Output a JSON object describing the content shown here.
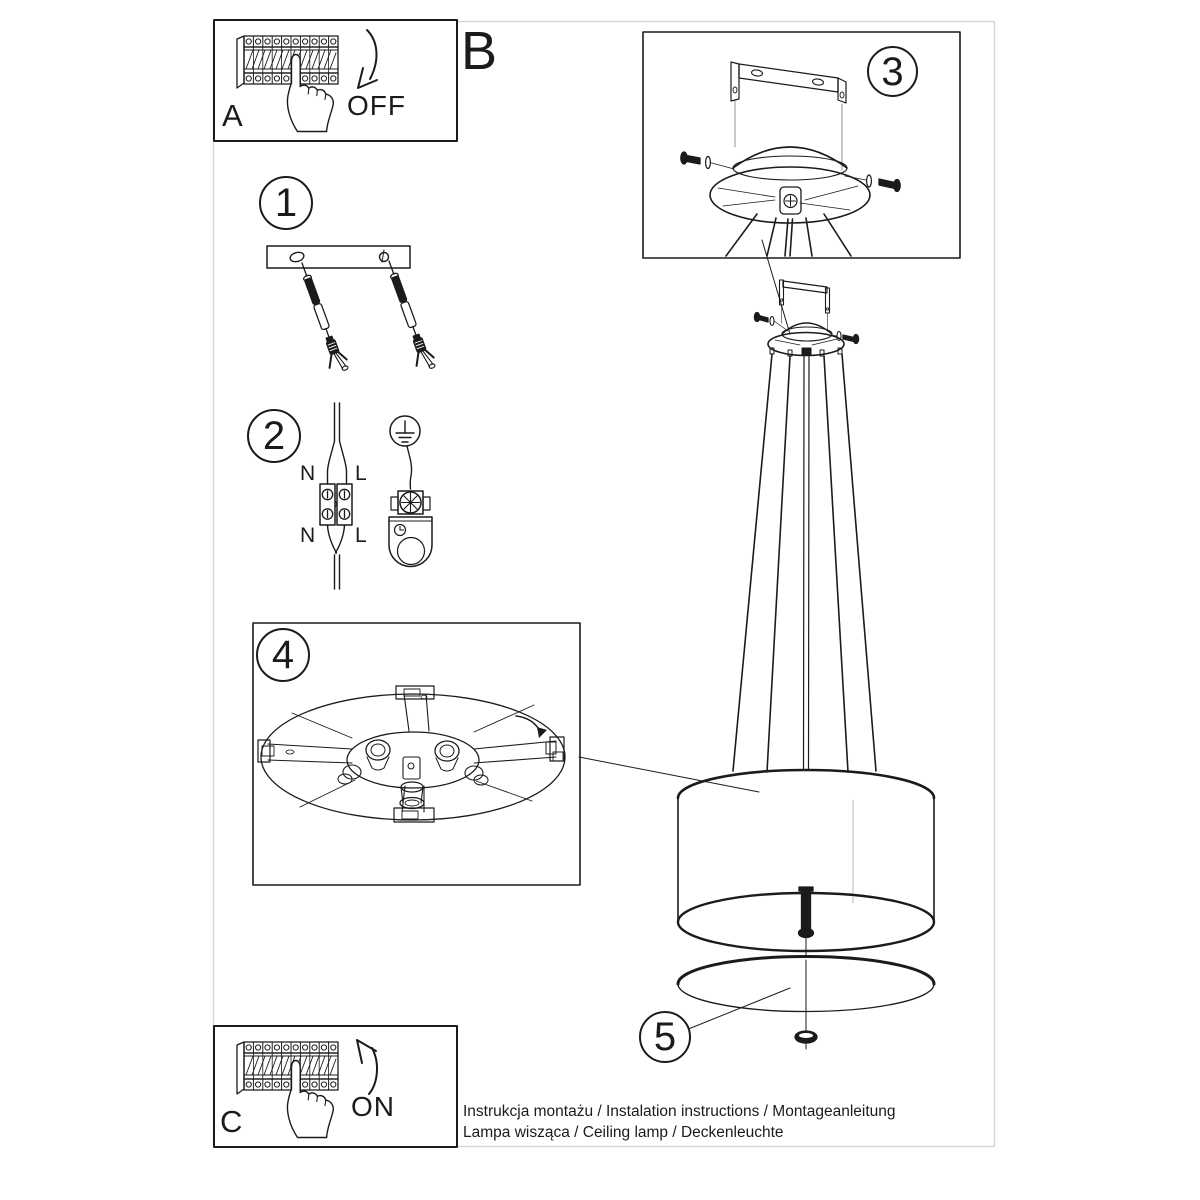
{
  "labels": {
    "step_a": "A",
    "step_b": "B",
    "step_c": "C",
    "off": "OFF",
    "on": "ON"
  },
  "step_numbers": {
    "n1": "1",
    "n2": "2",
    "n3": "3",
    "n4": "4",
    "n5": "5"
  },
  "wiring_labels": {
    "neutral_top": "N",
    "live_top": "L",
    "neutral_bottom": "N",
    "live_bottom": "L"
  },
  "footer": {
    "line1": "Instrukcja montażu / Instalation instructions / Montageanleitung",
    "line2": "Lampa wisząca / Ceiling lamp / Deckenleuchte"
  },
  "colors": {
    "line": "#1b1b1b",
    "page_border": "#d8d8d8",
    "background": "#ffffff"
  }
}
